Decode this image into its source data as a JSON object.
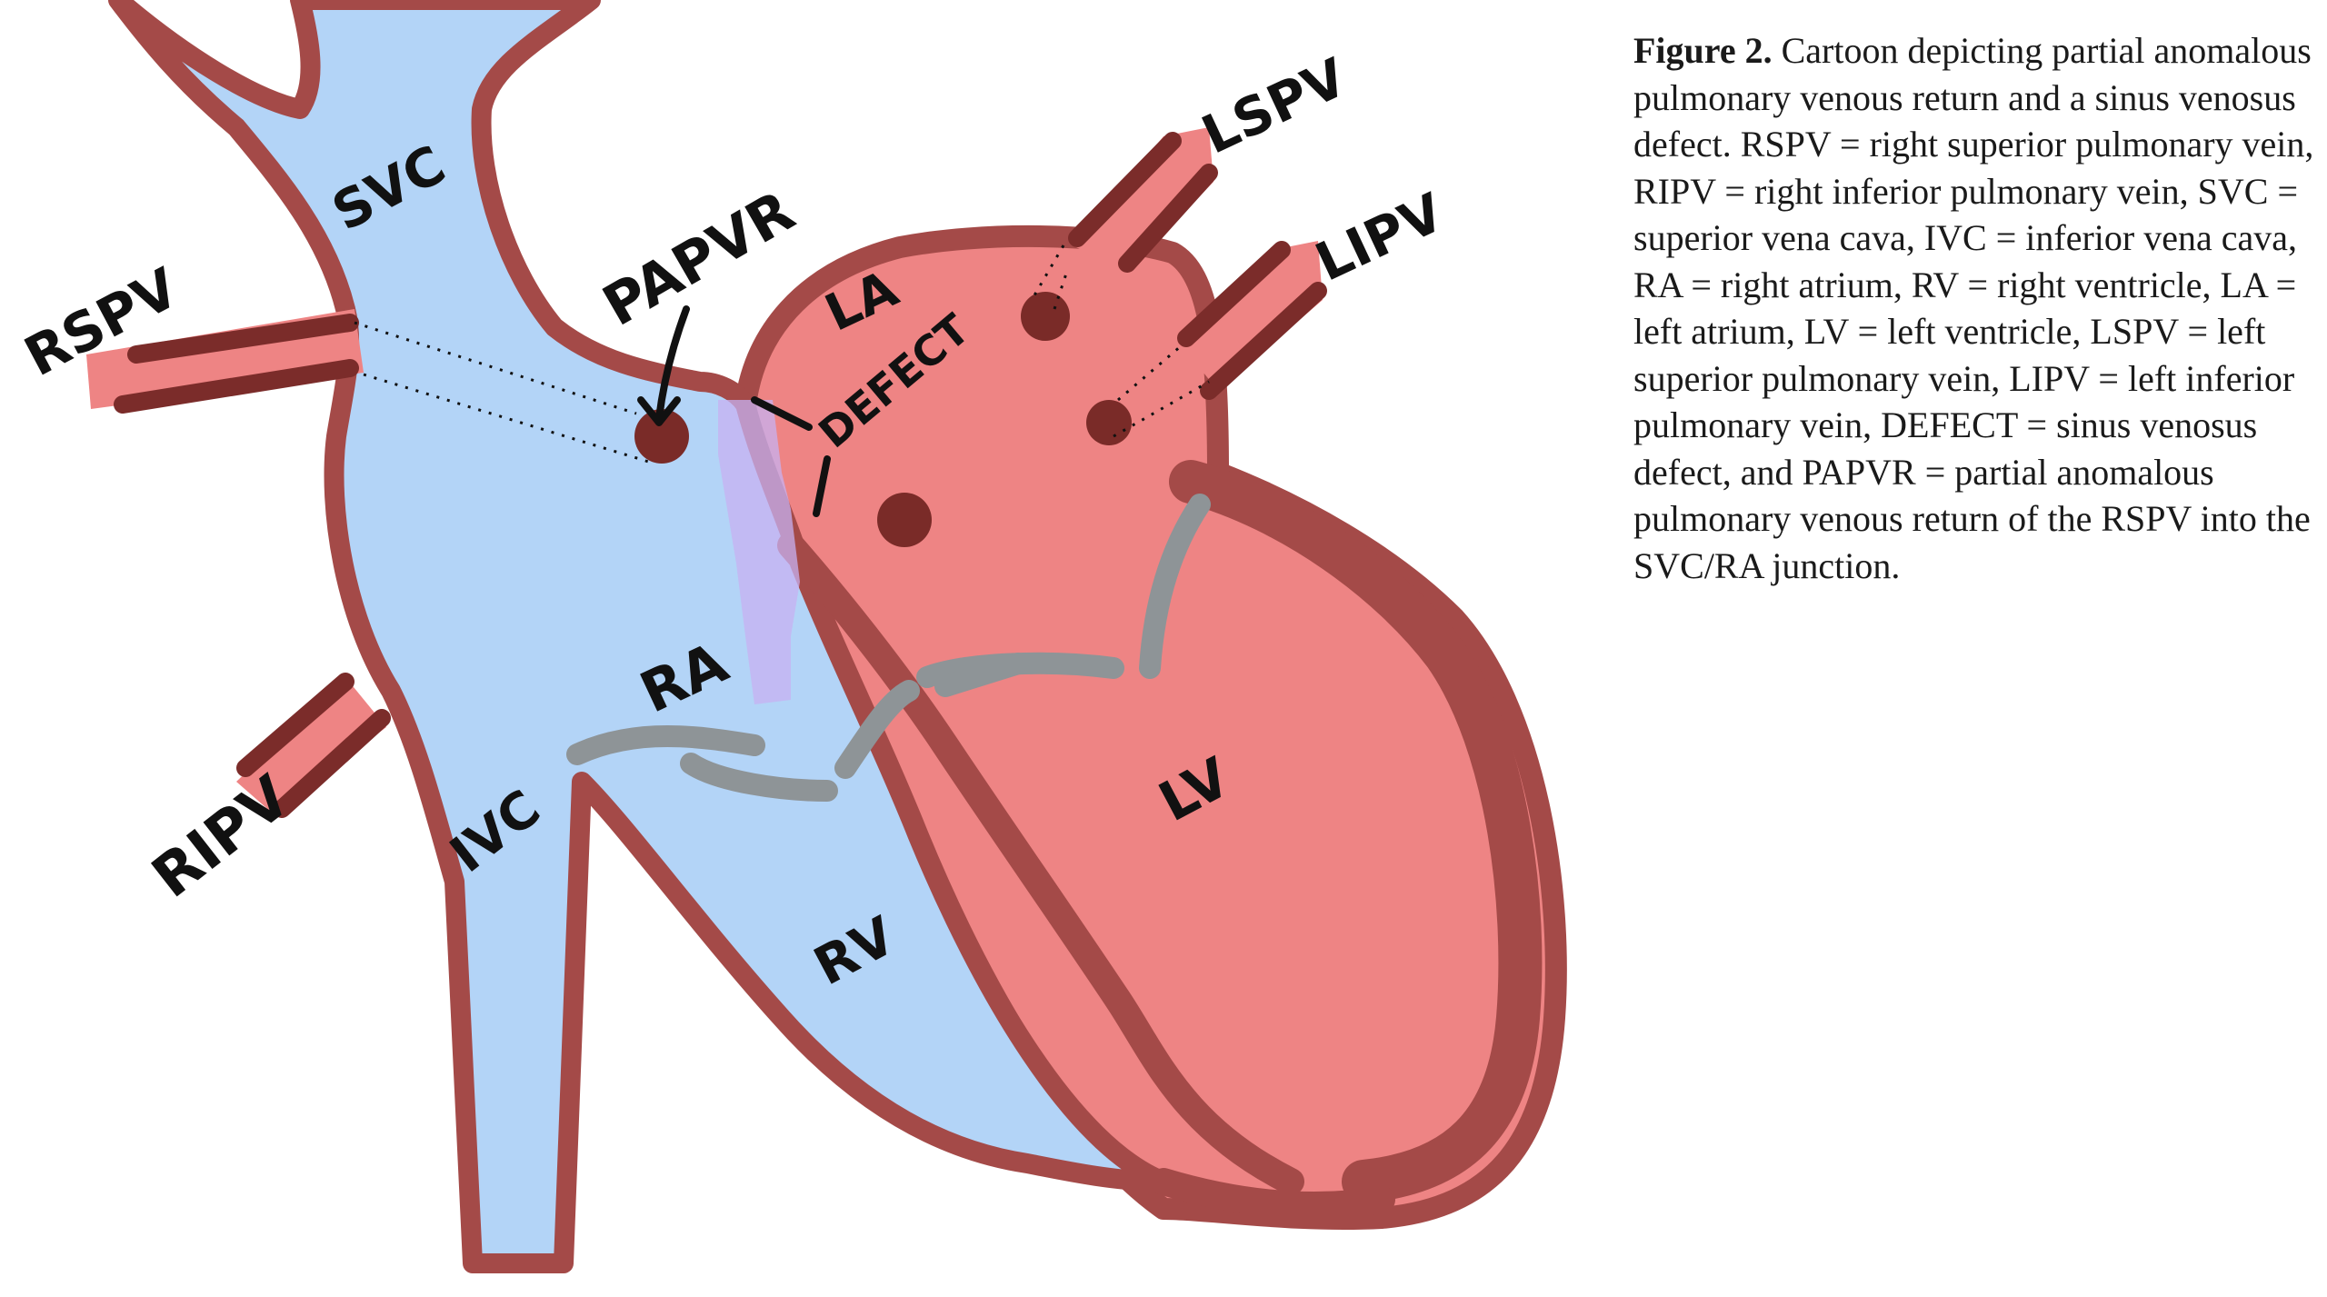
{
  "colors": {
    "venous_fill": "#b3d4f7",
    "arterial_fill": "#ee8484",
    "wall": "#a44a48",
    "vein_line": "#7b2c2a",
    "ostium": "#7a2b28",
    "valve": "#8e9497",
    "defect": "#c7b2f2",
    "ink": "#111111"
  },
  "labels": {
    "svc": "SVC",
    "rspv": "RSPV",
    "papvr": "PAPVR",
    "la": "LA",
    "defect": "DEFECT",
    "lspv": "LSPV",
    "lipv": "LIPV",
    "ra": "RA",
    "ripv": "RIPV",
    "ivc": "IVC",
    "lv": "LV",
    "rv": "RV"
  },
  "caption": {
    "lead": "Figure 2.",
    "text": " Cartoon depicting partial anomalous pulmonary venous return and a sinus venosus defect. RSPV = right superior pulmonary vein, RIPV = right inferior pulmonary vein, SVC = superior vena cava, IVC = inferior vena cava, RA = right atrium, RV = right ventricle, LA = left atrium, LV = left ventricle, LSPV = left superior pulmonary vein, LIPV = left inferior pulmonary vein, DEFECT = sinus venosus defect, and PAPVR = partial anomalous pulmonary venous return of the RSPV into the SVC/RA junction."
  }
}
